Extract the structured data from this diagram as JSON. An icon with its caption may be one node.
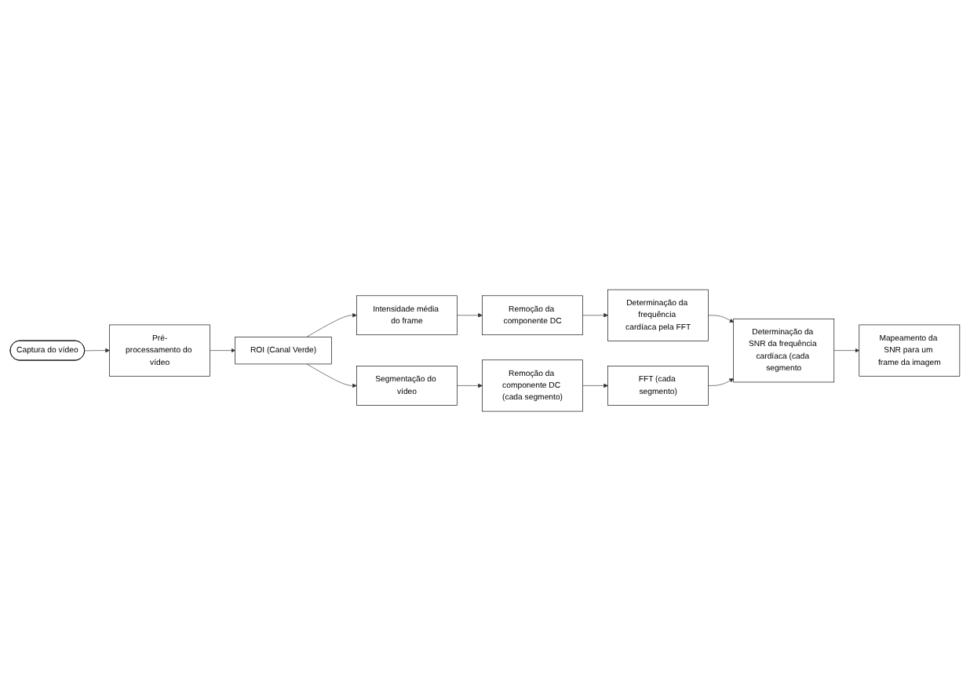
{
  "diagram": {
    "nodes": [
      {
        "text": [
          "Pré-processamento do vídeo"
        ]
      },
      {
        "text": [
          "Captura do vídeo"
        ]
      },
      {
        "text": [
          "ROI (Canal Verde)"
        ]
      },
      {
        "text": [
          "Intensidade média do frame"
        ]
      },
      {
        "text": [
          "Remoção da componente DC"
        ]
      },
      {
        "text": [
          "Determinação da frequência cardíaca pela FFT"
        ]
      },
      {
        "text": [
          "Segmentação do vídeo"
        ]
      },
      {
        "text": [
          "Remoção da componente DC (cada segmento)"
        ]
      },
      {
        "text": [
          "FFT (cada segmento)"
        ]
      },
      {
        "text": [
          "Determinação da SNR da frequência cardíaca (cada segmento"
        ]
      },
      {
        "text": [
          "Mapeamento da SNR para um frame da imagem"
        ]
      }
    ],
    "edges": [
      {
        "from": 1,
        "to": 0,
        "arrow": "to"
      },
      {
        "from": 0,
        "to": 2,
        "arrow": "to"
      },
      {
        "from": 2,
        "to": 3,
        "arrow": "to"
      },
      {
        "from": 3,
        "to": 4,
        "arrow": "to"
      },
      {
        "from": 4,
        "to": 5,
        "arrow": "to"
      },
      {
        "from": 2,
        "to": 6,
        "arrow": "to"
      },
      {
        "from": 6,
        "to": 7,
        "arrow": "to"
      },
      {
        "from": 7,
        "to": 8,
        "arrow": "to"
      },
      {
        "from": 5,
        "to": 9,
        "arrow": "to"
      },
      {
        "from": 8,
        "to": 9,
        "arrow": "to"
      },
      {
        "from": 9,
        "to": 10,
        "arrow": "to"
      }
    ]
  }
}
